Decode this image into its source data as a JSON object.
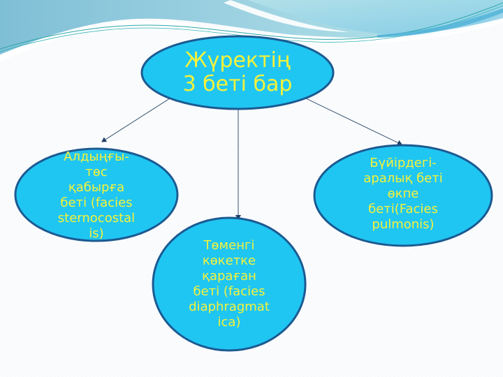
{
  "slide": {
    "background": "#fbfcfd",
    "header_wave_colors": [
      "#8ec9dc",
      "#aee0e8",
      "#5bb7d6",
      "#2aa6b8"
    ]
  },
  "colors": {
    "ellipse_fill": "#20c6f2",
    "ellipse_stroke": "#1b5a92",
    "text": "#f4f23a",
    "connector": "#1f3f63"
  },
  "diagram": {
    "root": {
      "label": "Жүректің\n3 беті бар"
    },
    "children": [
      {
        "id": "left",
        "label": "Алдыңғы-\nтөс\nқабырға\nбеті (facies\nsternocostal\nis)"
      },
      {
        "id": "bottom",
        "label": "Төменгі\nкөкетке\nқараған\nбеті (facies\ndiaphragmat\nica)"
      },
      {
        "id": "right",
        "label": "Бүйірдегі-\nаралық беті\nөкпе\nбеті(Facies\npulmonis)"
      }
    ]
  }
}
